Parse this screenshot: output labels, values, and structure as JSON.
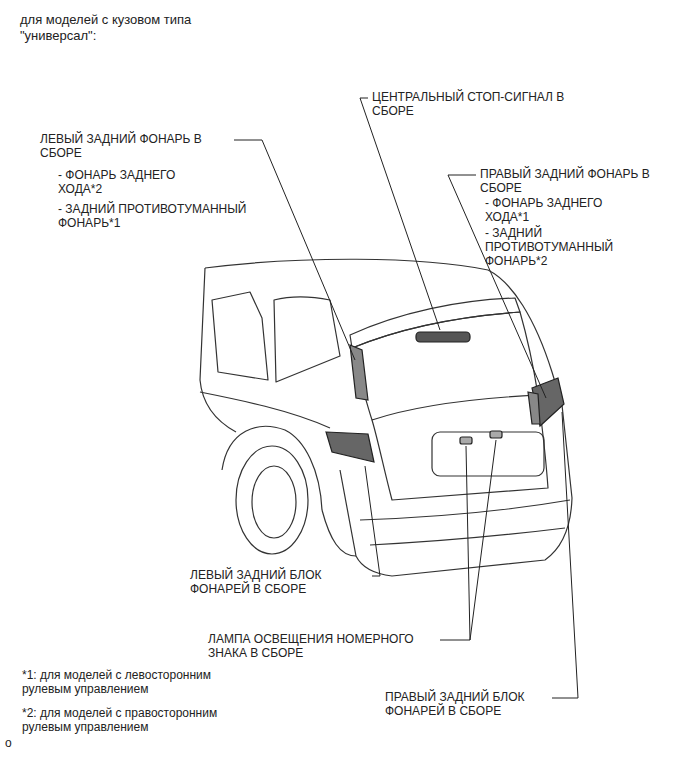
{
  "diagram": {
    "title": "для моделей с кузовом типа \"универсал\":",
    "labels": [
      "ЦЕНТРАЛЬНЫЙ СТОП-СИГНАЛ В СБОРЕ",
      "ЛЕВЫЙ ЗАДНИЙ ФОНАРЬ В СБОРЕ",
      "- ФОНАРЬ ЗАДНЕГО ХОДА*2",
      "- ЗАДНИЙ ПРОТИВОТУМАННЫЙ ФОНАРЬ*1",
      "ПРАВЫЙ ЗАДНИЙ ФОНАРЬ В СБОРЕ",
      "- ФОНАРЬ ЗАДНЕГО ХОДА*1",
      "- ЗАДНИЙ ПРОТИВОТУМАННЫЙ ФОНАРЬ*2",
      "ЛЕВЫЙ ЗАДНИЙ БЛОК ФОНАРЕЙ В СБОРЕ",
      "ЛАМПА ОСВЕЩЕНИЯ НОМЕРНОГО ЗНАКА В СБОРЕ",
      "ПРАВЫЙ ЗАДНИЙ БЛОК ФОНАРЕЙ В СБОРЕ",
      "*1: для моделей с левосторонним рулевым управлением",
      "*2: для моделей с правосторонним рулевым управлением",
      "о"
    ]
  }
}
